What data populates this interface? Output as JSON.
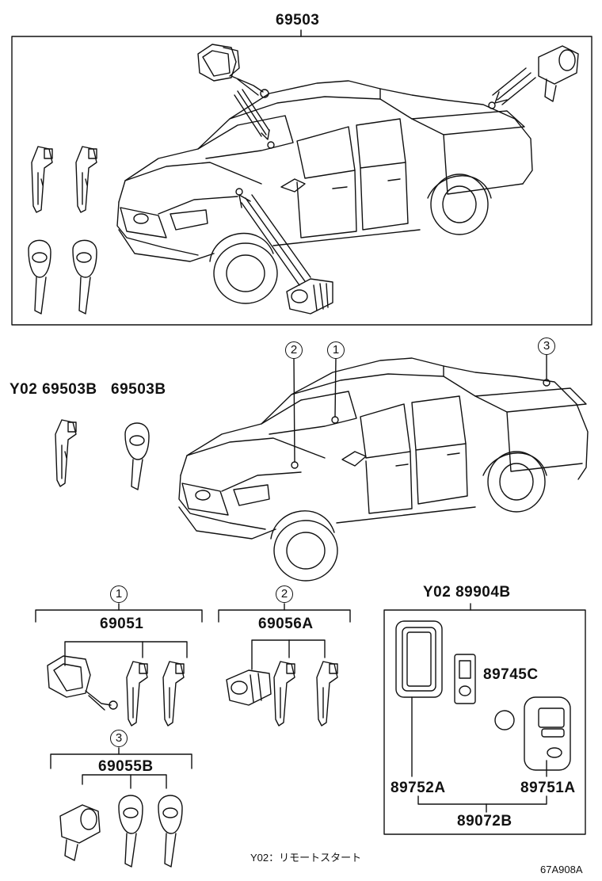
{
  "top_assembly": {
    "part_number": "69503"
  },
  "callouts": {
    "one": "1",
    "two": "2",
    "three": "3"
  },
  "key_left": {
    "prefix": "Y02",
    "part_number": "69503B"
  },
  "key_right": {
    "part_number": "69503B"
  },
  "remote": {
    "prefix": "Y02",
    "part_number": "89904B"
  },
  "group1": {
    "callout": "1",
    "part_number": "69051"
  },
  "group2": {
    "callout": "2",
    "part_number": "69056A"
  },
  "group3": {
    "callout": "3",
    "part_number": "69055B"
  },
  "remote_parts": {
    "battery": "89745C",
    "case": "89752A",
    "transmitter": "89751A",
    "assembly": "89072B"
  },
  "footnote": "Y02：リモートスタート",
  "diagram_id": "67A908A"
}
